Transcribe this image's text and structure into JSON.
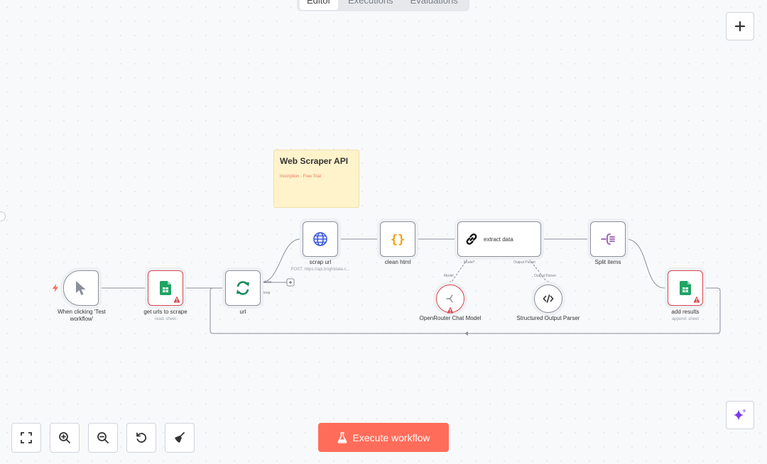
{
  "tabs": [
    {
      "label": "Editor"
    },
    {
      "label": "Executions"
    },
    {
      "label": "Evaluations"
    }
  ],
  "sticky": {
    "title": "Web Scraper API",
    "link": "Inscription - Free Trial"
  },
  "nodes": {
    "trigger": {
      "label": "When clicking 'Test workflow'"
    },
    "get_urls": {
      "label": "get urls to scrape",
      "sub": "read: sheet"
    },
    "url": {
      "label": "url",
      "port_done": "done",
      "port_loop": "loop"
    },
    "scrap_url": {
      "label": "scrap url",
      "sub": "POST: https://api.brightdata.c..."
    },
    "clean_html": {
      "label": "clean html"
    },
    "extract_data": {
      "label": "extract data",
      "port_model": "Model*",
      "port_parser": "Output Parser"
    },
    "split_items": {
      "label": "Split items"
    },
    "add_results": {
      "label": "add results",
      "sub": "append: sheet"
    },
    "openrouter": {
      "label": "OpenRouter Chat Model",
      "port": "Model"
    },
    "parser": {
      "label": "Structured Output Parser",
      "port": "Output Parser"
    }
  },
  "execute_label": "Execute workflow",
  "colors": {
    "accent": "#ff6d5a",
    "error": "#d6454c",
    "sheets_green": "#1fa463",
    "loop_green": "#1d8a5a",
    "code_orange": "#f59e0b",
    "split_purple": "#9b59b6",
    "sparkle_purple": "#7c3aed",
    "sticky_bg": "#fff3cc"
  },
  "icons": [
    "cursor-icon",
    "sheets-icon",
    "loop-icon",
    "globe-icon",
    "braces-icon",
    "link-icon",
    "split-icon",
    "openrouter-icon",
    "code-icon",
    "plus-icon",
    "fit-view-icon",
    "zoom-in-icon",
    "zoom-out-icon",
    "reset-icon",
    "broom-icon",
    "flask-icon",
    "sparkle-icon",
    "lightning-icon",
    "warning-icon"
  ]
}
